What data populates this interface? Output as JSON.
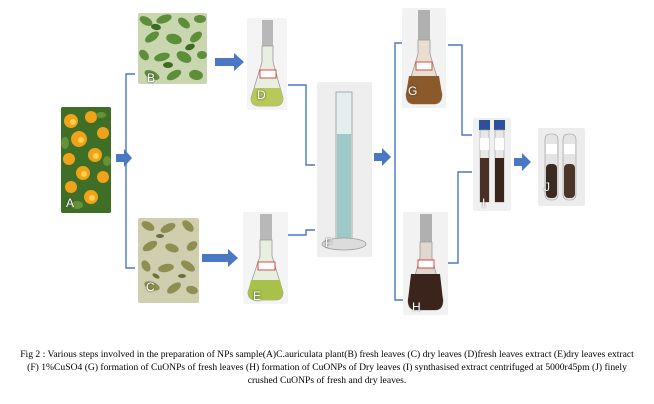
{
  "panels": {
    "A": "A",
    "B": "B",
    "C": "C",
    "D": "D",
    "E": "E",
    "F": "F",
    "G": "G",
    "H": "H",
    "I": "I",
    "J": "J"
  },
  "caption": "Fig 2 : Various steps involved in the preparation of NPs sample(A)C.auriculata plant(B) fresh leaves (C) dry leaves (D)fresh leaves extract (E)dry leaves extract (F) 1%CuSO4 (G) formation of CuONPs of fresh leaves (H) formation of CuONPs of Dry leaves (I) synthasised extract centrifuged at 5000r45pm (J) finely crushed CuONPs of fresh and dry leaves.",
  "colors": {
    "arrow": "#4a78c2",
    "connector": "#4a78c2",
    "leaf_fresh": "#5d8f3a",
    "leaf_dry": "#9a9a5c",
    "flower": "#f0a21a",
    "extract_fresh": "#b8c95a",
    "extract_cuonp_fresh": "#8a5a2a",
    "extract_cuonp_dry": "#3a241c",
    "cuso4": "#9fc8c8"
  }
}
